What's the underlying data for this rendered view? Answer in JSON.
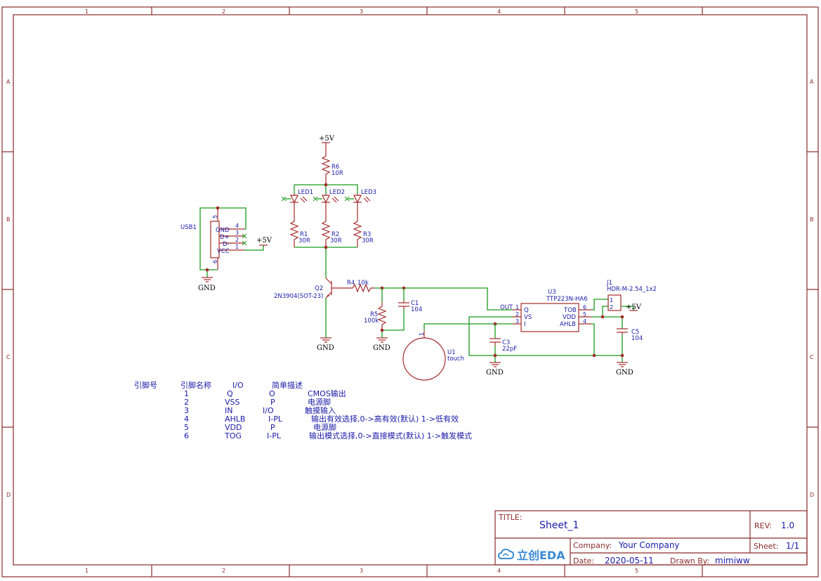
{
  "frame": {
    "columns": [
      "1",
      "2",
      "3",
      "4",
      "5"
    ],
    "rows": [
      "A",
      "B",
      "C",
      "D"
    ]
  },
  "power": {
    "vcc_label": "+5V",
    "gnd_label": "GND"
  },
  "components": {
    "usb1": {
      "ref": "USB1",
      "pins": [
        {
          "name": "GND",
          "num": "4"
        },
        {
          "name": "D+",
          "num": "3"
        },
        {
          "name": "D-",
          "num": "2"
        },
        {
          "name": "VCC",
          "num": "1"
        }
      ],
      "side_pins": [
        "5",
        "6"
      ]
    },
    "r6": {
      "ref": "R6",
      "value": "10R"
    },
    "led1": {
      "ref": "LED1"
    },
    "led2": {
      "ref": "LED2"
    },
    "led3": {
      "ref": "LED3"
    },
    "r1": {
      "ref": "R1",
      "value": "30R"
    },
    "r2": {
      "ref": "R2",
      "value": "30R"
    },
    "r3": {
      "ref": "R3",
      "value": "30R"
    },
    "q2": {
      "ref": "Q2",
      "value": "2N3904(SOT-23)"
    },
    "r4": {
      "ref": "R4",
      "value": "10k"
    },
    "r5": {
      "ref": "R5",
      "value": "100k"
    },
    "c1": {
      "ref": "C1",
      "value": "104"
    },
    "u3": {
      "ref": "U3",
      "value": "TTP223N-HA6",
      "left_pins": [
        {
          "name": "Q",
          "num": "1"
        },
        {
          "name": "VS",
          "num": "2"
        },
        {
          "name": "I",
          "num": "3"
        }
      ],
      "right_pins": [
        {
          "name": "TOB",
          "num": "6"
        },
        {
          "name": "VDD",
          "num": "5"
        },
        {
          "name": "AHLB",
          "num": "4"
        }
      ],
      "net_out": "OUT"
    },
    "j1": {
      "ref": "J1",
      "value": "HDR-M-2.54_1x2",
      "pins": [
        "1",
        "2"
      ]
    },
    "c3": {
      "ref": "C3",
      "value": "22pF"
    },
    "c5": {
      "ref": "C5",
      "value": "104"
    },
    "u1": {
      "ref": "U1",
      "value": "touch",
      "pin": "1"
    }
  },
  "pin_table": {
    "headers": [
      "引脚号",
      "引脚名称",
      "I/O",
      "简单描述"
    ],
    "rows": [
      {
        "num": "1",
        "name": "Q",
        "io": "O",
        "desc": "CMOS输出"
      },
      {
        "num": "2",
        "name": "VSS",
        "io": "P",
        "desc": "电源脚"
      },
      {
        "num": "3",
        "name": "IN",
        "io": "I/O",
        "desc": "触摸输入"
      },
      {
        "num": "4",
        "name": "AHLB",
        "io": "I-PL",
        "desc": "输出有效选择,0->高有效(默认)   1->低有效"
      },
      {
        "num": "5",
        "name": "VDD",
        "io": "P",
        "desc": "电源脚"
      },
      {
        "num": "6",
        "name": "TOG",
        "io": "I-PL",
        "desc": "输出模式选择,0->直接模式(默认)  1->触发模式"
      }
    ]
  },
  "title_block": {
    "title_label": "TITLE:",
    "title": "Sheet_1",
    "rev_label": "REV:",
    "rev": "1.0",
    "logo_text": "立创EDA",
    "company_label": "Company:",
    "company": "Your Company",
    "sheet_label": "Sheet:",
    "sheet": "1/1",
    "date_label": "Date:",
    "date": "2020-05-11",
    "drawn_label": "Drawn By:",
    "drawn": "mimiww"
  }
}
